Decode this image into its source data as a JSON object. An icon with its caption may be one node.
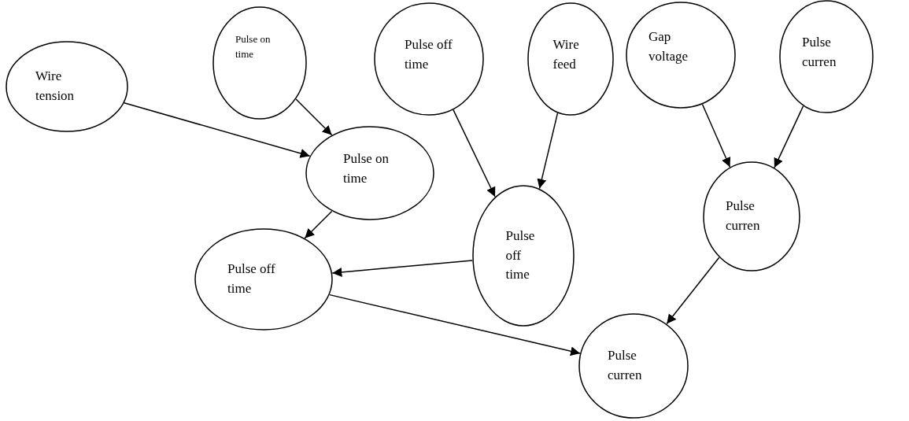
{
  "diagram": {
    "nodes": [
      {
        "text": [
          "Wire tension"
        ]
      },
      {
        "text": [
          "Pulse on time"
        ]
      },
      {
        "text": [
          "Pulse off time"
        ]
      },
      {
        "text": [
          "Wire feed"
        ]
      },
      {
        "text": [
          "Gap voltage"
        ]
      },
      {
        "text": [
          "Pulse curren"
        ]
      },
      {
        "text": [
          "Pulse on time"
        ]
      },
      {
        "text": [
          "Pulse off time"
        ]
      },
      {
        "text": [
          "Pulse curren"
        ]
      },
      {
        "text": [
          "Pulse off time"
        ]
      },
      {
        "text": [
          "Pulse curren"
        ]
      }
    ],
    "edges": [
      {
        "from": 0,
        "to": 6,
        "arrow": "to"
      },
      {
        "from": 1,
        "to": 6,
        "arrow": "to"
      },
      {
        "from": 6,
        "to": 9,
        "arrow": "to"
      },
      {
        "from": 2,
        "to": 7,
        "arrow": "to"
      },
      {
        "from": 3,
        "to": 7,
        "arrow": "to"
      },
      {
        "from": 7,
        "to": 9,
        "arrow": "to"
      },
      {
        "from": 4,
        "to": 8,
        "arrow": "to"
      },
      {
        "from": 5,
        "to": 8,
        "arrow": "to"
      },
      {
        "from": 8,
        "to": 10,
        "arrow": "to"
      },
      {
        "from": 9,
        "to": 10,
        "arrow": "to"
      }
    ]
  }
}
